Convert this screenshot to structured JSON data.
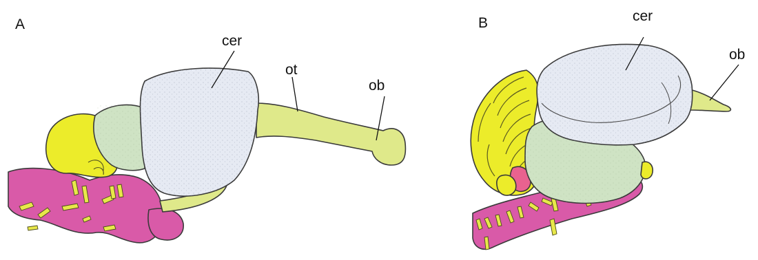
{
  "panels": [
    {
      "letter": "A",
      "labels": {
        "cer": "cer",
        "ot": "ot",
        "ob": "ob"
      }
    },
    {
      "letter": "B",
      "labels": {
        "cer": "cer",
        "ob": "ob"
      }
    }
  ],
  "colors": {
    "cerebrum": "#e6eaf3",
    "tectum": "#cfe3c4",
    "olfactory": "#dfe98a",
    "cerebellum": "#ecec2a",
    "brainstem": "#d95aa8",
    "pink_tissue": "#e9628f",
    "outline": "#3a3a3a"
  }
}
